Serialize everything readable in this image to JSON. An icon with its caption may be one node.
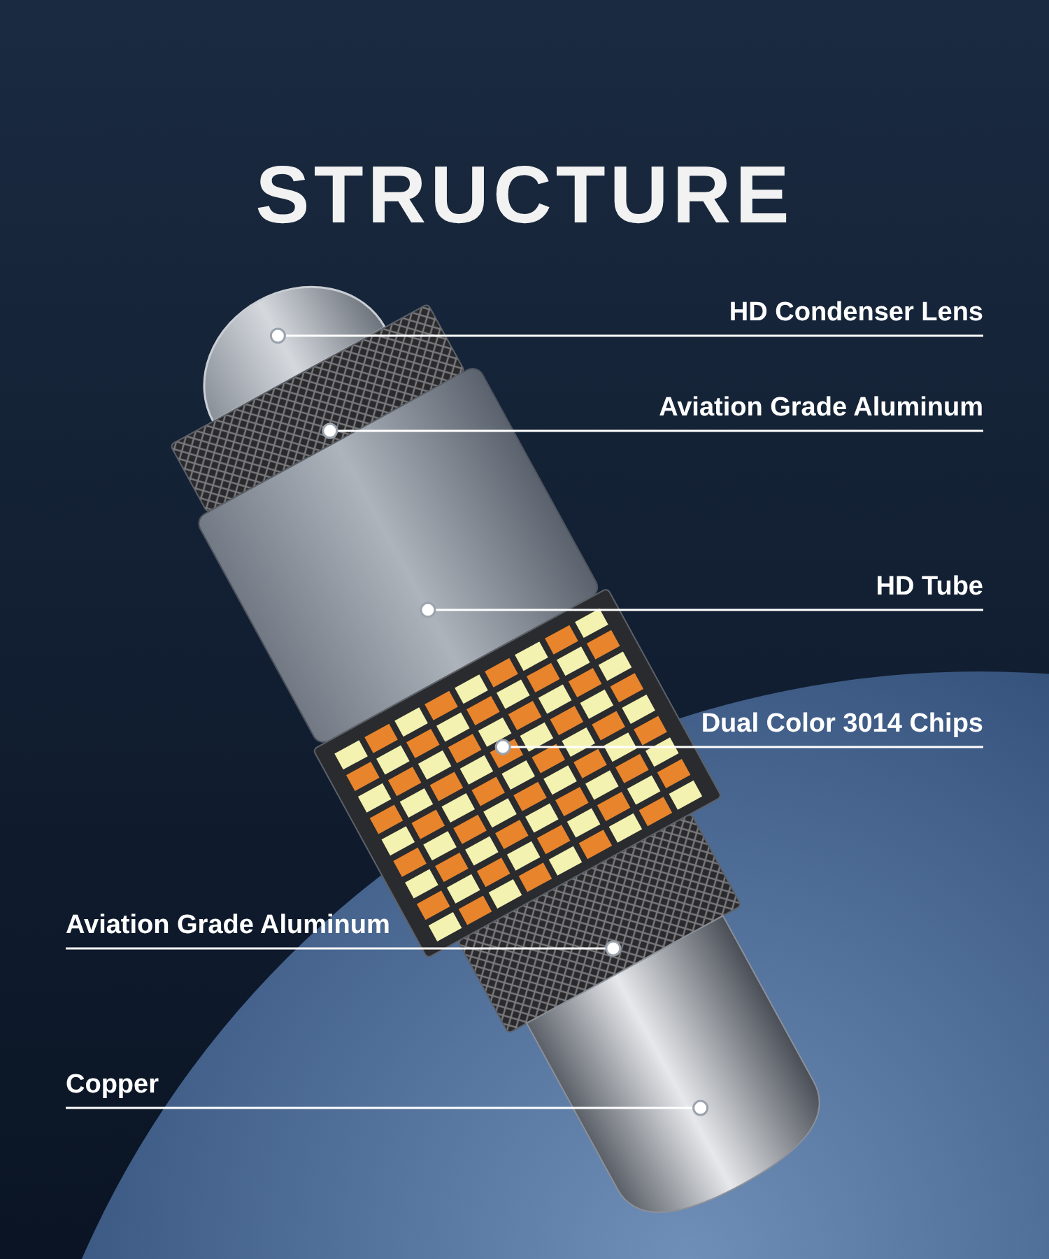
{
  "diagram": {
    "title": "STRUCTURE",
    "nodes": [
      {
        "text": [
          "HD Condenser Lens"
        ]
      },
      {
        "text": [
          "Aviation Grade Aluminum"
        ]
      },
      {
        "text": [
          "HD Tube"
        ]
      },
      {
        "text": [
          "Dual Color 3014 Chips"
        ]
      },
      {
        "text": [
          "Aviation Grade Aluminum"
        ]
      },
      {
        "text": [
          "Copper"
        ]
      },
      {
        "text": [],
        "shape": "dome"
      },
      {
        "text": [],
        "shape": "cylinder"
      },
      {
        "text": [],
        "shape": "cylinder"
      },
      {
        "text": [],
        "shape": "cylinder"
      },
      {
        "text": [],
        "shape": "cylinder"
      },
      {
        "text": [],
        "shape": "cylinder"
      }
    ],
    "edges": [
      {
        "from": 0,
        "to": 6,
        "arrow": "other"
      },
      {
        "from": 1,
        "to": 7,
        "arrow": "other"
      },
      {
        "from": 2,
        "to": 8,
        "arrow": "other"
      },
      {
        "from": 3,
        "to": 9,
        "arrow": "other"
      },
      {
        "from": 4,
        "to": 10,
        "arrow": "other"
      },
      {
        "from": 5,
        "to": 11,
        "arrow": "other"
      }
    ]
  }
}
